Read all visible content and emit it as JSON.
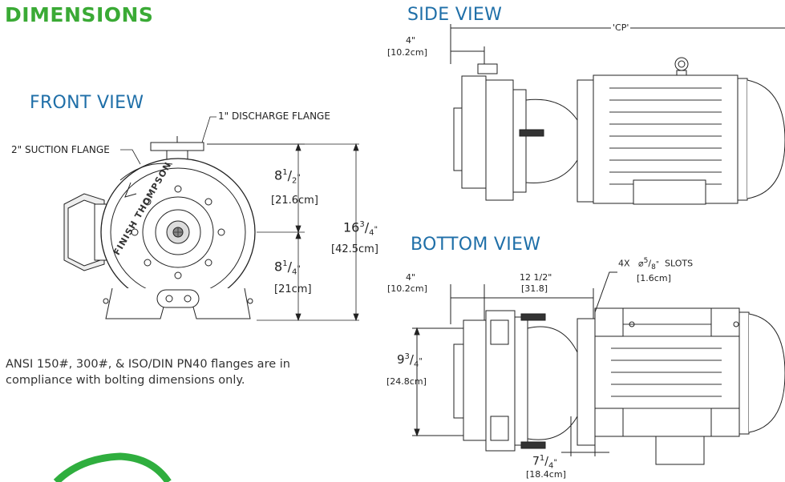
{
  "page": {
    "title": "DIMENSIONS",
    "note": "ANSI 150#, 300#, & ISO/DIN PN40 flanges are in compliance with bolting dimensions only."
  },
  "front_view": {
    "title": "FRONT VIEW",
    "discharge_label": "1\" DISCHARGE FLANGE",
    "suction_label": "2\" SUCTION FLANGE",
    "brand_text": "FINISH THOMPSON",
    "dims": {
      "upper_in_whole": "8",
      "upper_in_num": "1",
      "upper_in_den": "2",
      "upper_in_mark": "\"",
      "upper_cm": "21.6cm",
      "lower_in_whole": "8",
      "lower_in_num": "1",
      "lower_in_den": "4",
      "lower_in_mark": "\"",
      "lower_cm": "21cm",
      "total_in_whole": "16",
      "total_in_num": "3",
      "total_in_den": "4",
      "total_in_mark": "\"",
      "total_cm": "42.5cm"
    }
  },
  "side_view": {
    "title": "SIDE VIEW",
    "cp_label": "'CP'",
    "offset_in": "4\"",
    "offset_cm": "10.2cm"
  },
  "bottom_view": {
    "title": "BOTTOM VIEW",
    "offset_in": "4\"",
    "offset_cm": "10.2cm",
    "span_in": "12 1/2\"",
    "span_cm": "31.8",
    "slots_count": "4X",
    "slots_dia_symbol": "⌀",
    "slots_num": "5",
    "slots_den": "8",
    "slots_mark": "\"",
    "slots_word": "SLOTS",
    "slots_cm": "1.6cm",
    "width_in_whole": "9",
    "width_in_num": "3",
    "width_in_den": "4",
    "width_in_mark": "\"",
    "width_cm": "24.8cm",
    "foot_in_whole": "7",
    "foot_in_num": "1",
    "foot_in_den": "4",
    "foot_in_mark": "\"",
    "foot_cm": "18.4cm"
  },
  "colors": {
    "title_green": "#3aaa35",
    "view_blue": "#1f6fa8",
    "line": "#222222",
    "logo_green": "#2fae3e"
  }
}
